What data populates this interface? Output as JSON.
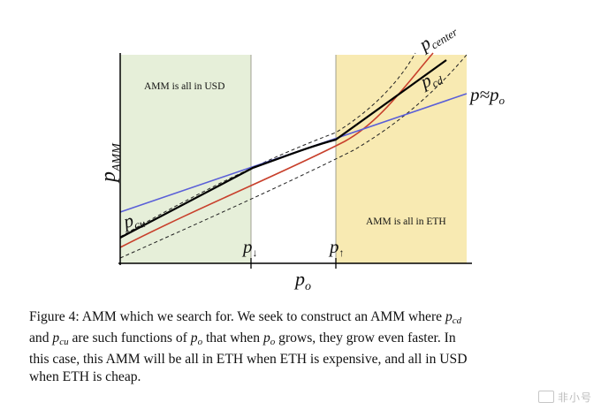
{
  "figure": {
    "region_left_label": "AMM is all in USD",
    "region_right_label": "AMM is all in ETH",
    "y_axis_label": {
      "base": "p",
      "sub": "AMM"
    },
    "x_axis_label": {
      "base": "p",
      "sub": "o"
    },
    "tick_down": {
      "base": "p",
      "sub": "↓"
    },
    "tick_up": {
      "base": "p",
      "sub": "↑"
    },
    "curve_center": {
      "base": "p",
      "sub": "center"
    },
    "curve_cd": {
      "base": "p",
      "sub": "cd"
    },
    "curve_cu": {
      "base": "p",
      "sub": "cu"
    },
    "curve_identity": {
      "base": "p≈p",
      "sub": "o"
    }
  },
  "colors": {
    "usd_region": "#e6efd9",
    "eth_region": "#f8eab2",
    "center_curve": "#c8402c",
    "identity_line": "#5a5fd8",
    "amm_curve": "#000000"
  },
  "caption": {
    "label": "Figure 4:",
    "l1_a": "AMM which we search for. We seek to construct an AMM where",
    "l1_var": {
      "base": "p",
      "sub": "cd"
    },
    "l2_a": "and",
    "l2_var1": {
      "base": "p",
      "sub": "cu"
    },
    "l2_b": "are such functions of",
    "l2_var2": {
      "base": "p",
      "sub": "o"
    },
    "l2_c": "that when",
    "l2_var3": {
      "base": "p",
      "sub": "o"
    },
    "l2_d": "grows, they grow even faster. In",
    "l3": "this case, this AMM will be all in ETH when ETH is expensive, and all in USD",
    "l4": "when ETH is cheap."
  },
  "watermark": "非小号"
}
